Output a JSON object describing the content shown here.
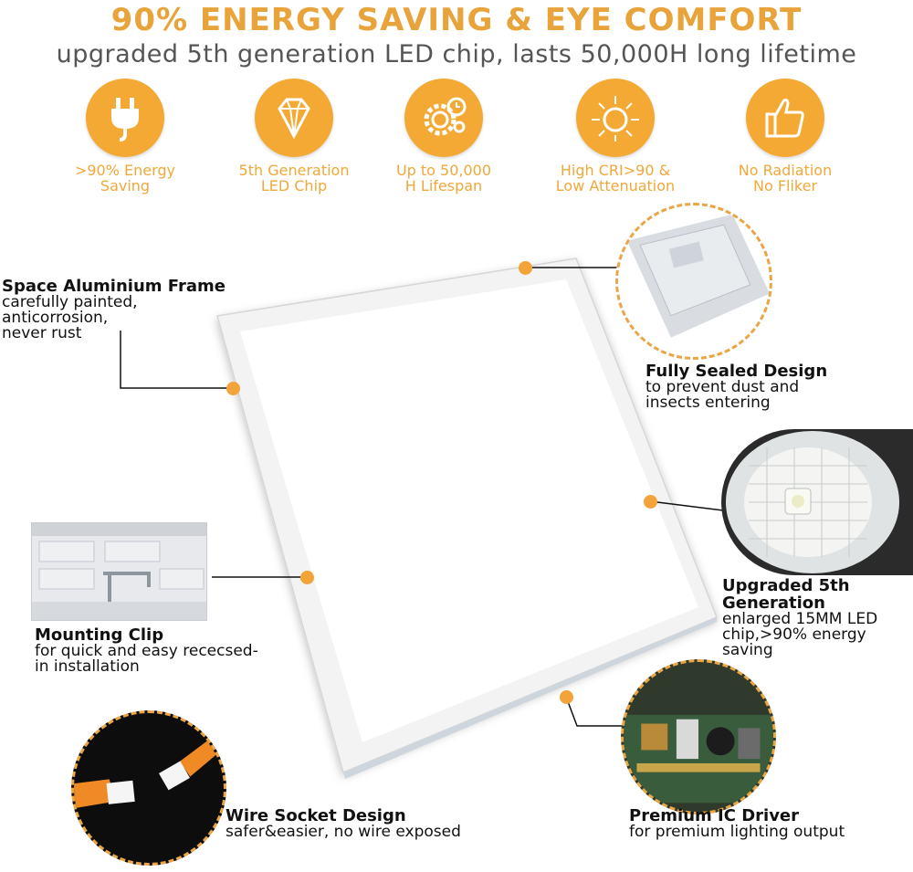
{
  "header": {
    "headline": "90% ENERGY SAVING & EYE COMFORT",
    "subline": "upgraded 5th generation LED chip, lasts 50,000H long lifetime"
  },
  "features": [
    {
      "icon": "plug-icon",
      "label": ">90% Energy\nSaving"
    },
    {
      "icon": "diamond-icon",
      "label": "5th Generation\nLED Chip"
    },
    {
      "icon": "gear-clock-icon",
      "label": "Up to 50,000\nH Lifespan"
    },
    {
      "icon": "sun-icon",
      "label": "High CRI>90 &\nLow Attenuation"
    },
    {
      "icon": "thumbs-up-icon",
      "label": "No Radiation\nNo Fliker"
    }
  ],
  "callouts": {
    "frame": {
      "title": "Space Aluminium Frame",
      "desc": "carefully painted,\nanticorrosion,\nnever rust"
    },
    "sealed": {
      "title": "Fully Sealed Design",
      "desc": "to prevent dust and\ninsects entering"
    },
    "chip": {
      "title": "Upgraded 5th\nGeneration",
      "desc": "enlarged 15MM LED\nchip,>90% energy\nsaving"
    },
    "clip": {
      "title": "Mounting Clip",
      "desc": "for quick and easy rececsed-\nin installation"
    },
    "socket": {
      "title": "Wire Socket Design",
      "desc": "safer&easier, no wire exposed"
    },
    "driver": {
      "title": "Premium IC Driver",
      "desc": "for premium lighting output"
    }
  },
  "colors": {
    "accent": "#f4a934",
    "accent_text": "#e8a33a",
    "subtext": "#555555"
  }
}
